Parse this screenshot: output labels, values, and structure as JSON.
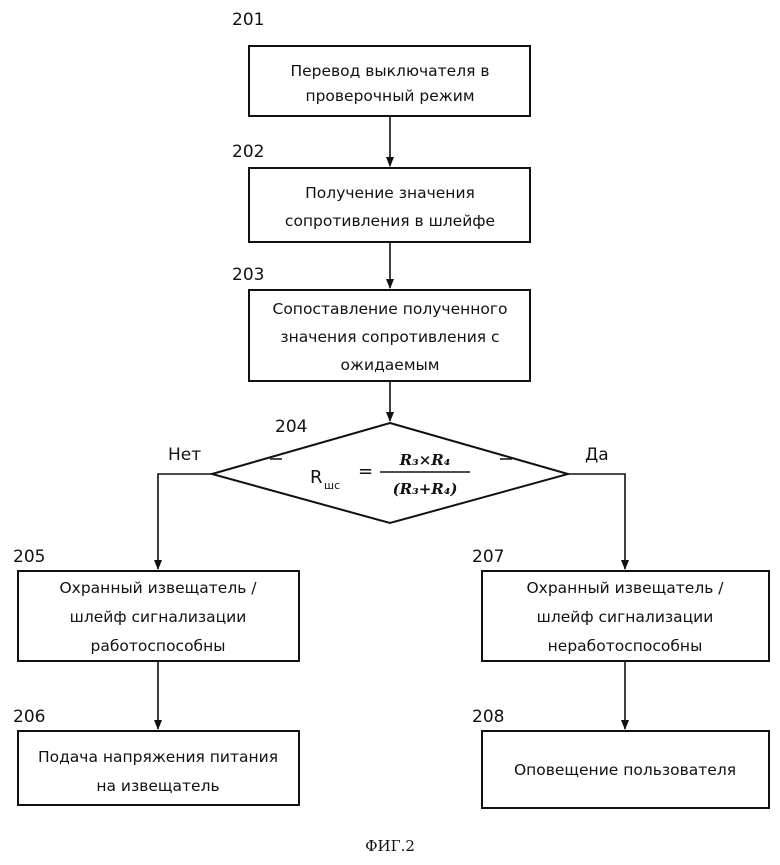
{
  "steps": {
    "s201": {
      "id": "201",
      "lines": [
        "Перевод выключателя в",
        "проверочный режим"
      ]
    },
    "s202": {
      "id": "202",
      "lines": [
        "Получение значения",
        "сопротивления в шлейфе"
      ]
    },
    "s203": {
      "id": "203",
      "lines": [
        "Сопоставление полученного",
        "значения сопротивления с",
        "ожидаемым"
      ]
    },
    "s204": {
      "id": "204",
      "r": "R",
      "sub": "шс",
      "eq": "=",
      "numerator": "R₃×R₄",
      "denominator": "(R₃+R₄)"
    },
    "s205": {
      "id": "205",
      "lines": [
        "Охранный извещатель /",
        "шлейф сигнализации",
        "работоспособны"
      ]
    },
    "s206": {
      "id": "206",
      "lines": [
        "Подача напряжения питания",
        "на извещатель"
      ]
    },
    "s207": {
      "id": "207",
      "lines": [
        "Охранный извещатель /",
        "шлейф сигнализации",
        "неработоспособны"
      ]
    },
    "s208": {
      "id": "208",
      "lines": [
        "Оповещение пользователя"
      ]
    }
  },
  "branches": {
    "no": "Нет",
    "yes": "Да"
  },
  "caption": "ФИГ.2"
}
